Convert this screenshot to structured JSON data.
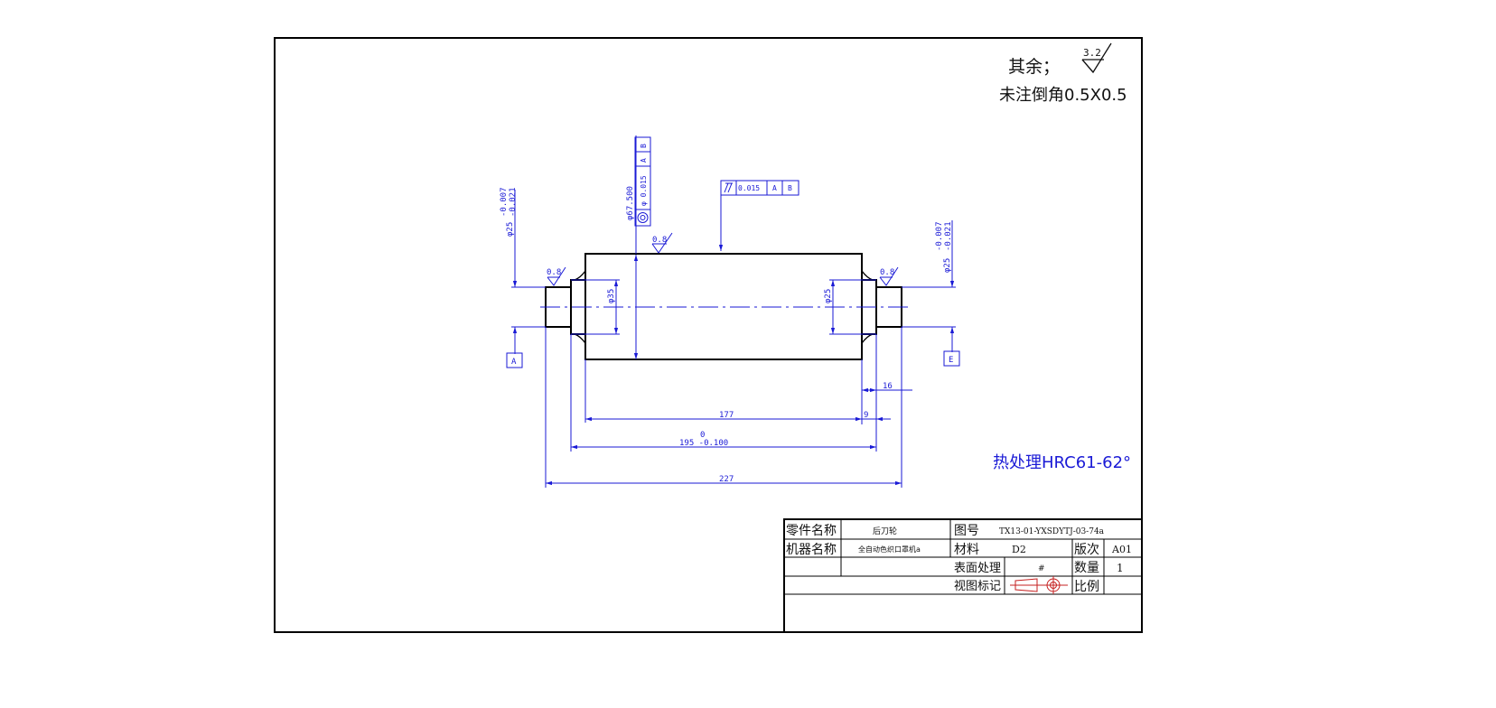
{
  "notes": {
    "rest_label": "其余；",
    "roughness_main": "3.2",
    "chamfer_note": "未注倒角0.5X0.5",
    "heat_treatment": "热处理HRC61-62°"
  },
  "roughness": {
    "left_journal": "0.8",
    "roller_body": "0.8",
    "right_journal": "0.8"
  },
  "gdt": {
    "coaxiality": {
      "tolerance": "φ 0.015",
      "datum1": "A",
      "datum2": "B"
    },
    "runout": {
      "tolerance": "0.015",
      "datum1": "A",
      "datum2": "B"
    }
  },
  "datums": {
    "left": "A",
    "right": "E"
  },
  "dimensions": {
    "left_journal_dia": "φ25",
    "left_journal_tol_upper": "-0.007",
    "left_journal_tol_lower": "-0.021",
    "right_journal_dia": "φ25",
    "right_journal_tol_upper": "-0.007",
    "right_journal_tol_lower": "-0.021",
    "body_dia": "φ67.500",
    "left_shoulder_dia": "φ35",
    "right_shoulder_dia": "φ25",
    "shoulder_width": "16",
    "body_length": "177",
    "small_step": "9",
    "bearing_span_upper": "0",
    "bearing_span": "195 -0.100",
    "overall_length": "227"
  },
  "title_block": {
    "part_name_label": "零件名称",
    "part_name": "后刀轮",
    "drawing_no_label": "图号",
    "drawing_no": "TX13-01-YXSDYTJ-03-74a",
    "machine_name_label": "机器名称",
    "machine_name": "全自动色织口罩机a",
    "material_label": "材料",
    "material": "D2",
    "version_label": "版次",
    "version": "A01",
    "surface_label": "表面处理",
    "surface": "#",
    "quantity_label": "数量",
    "quantity": "1",
    "view_mark_label": "视图标记",
    "scale_label": "比例",
    "scale": ""
  }
}
